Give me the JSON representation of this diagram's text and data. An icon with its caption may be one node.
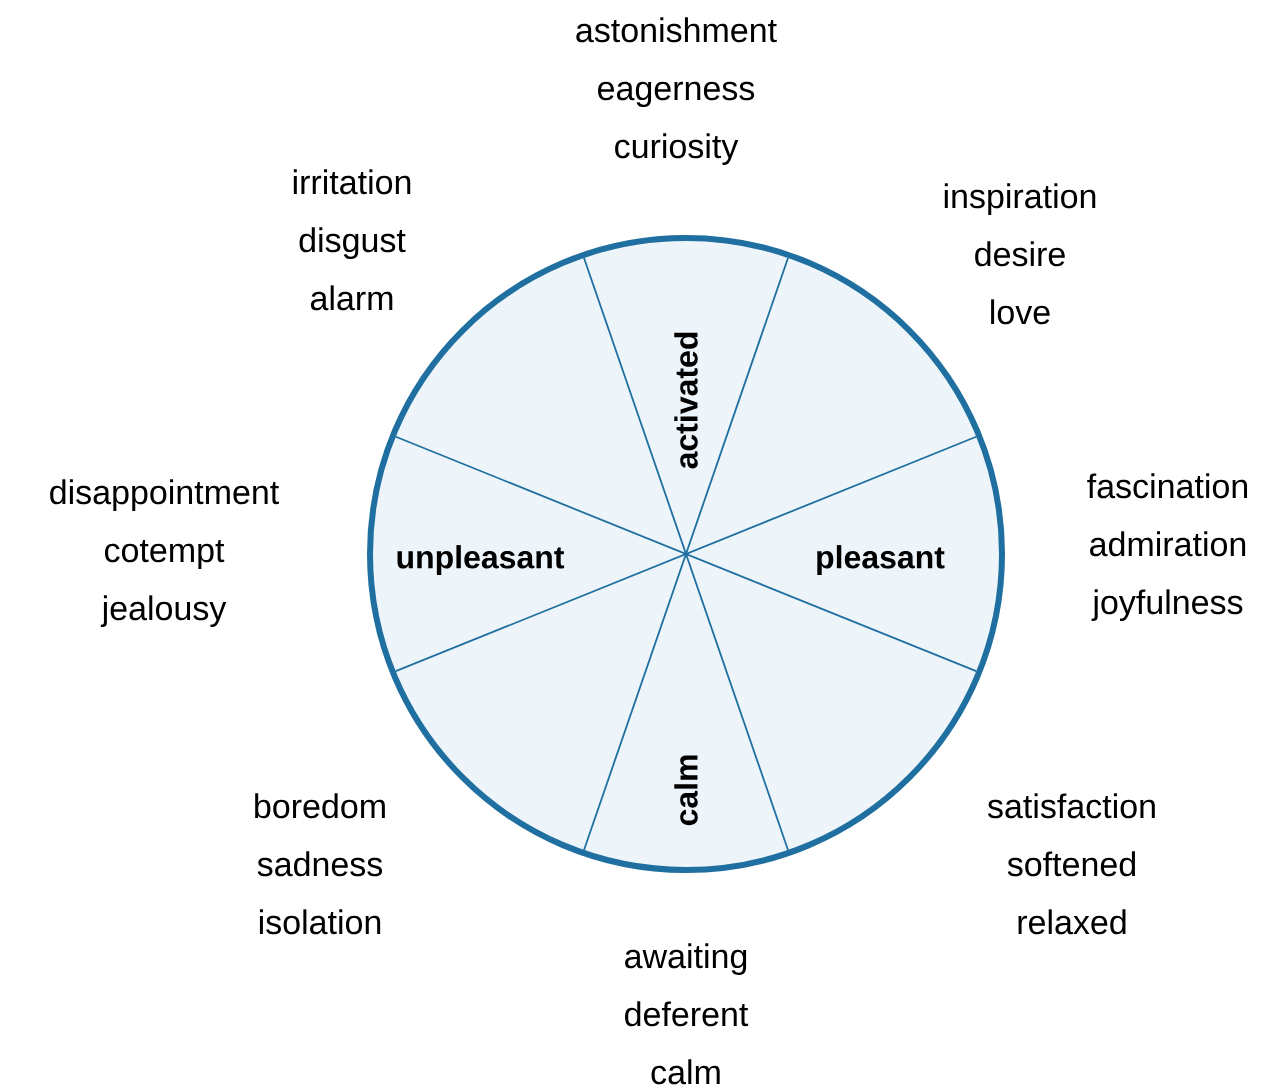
{
  "diagram": {
    "nodes": [
      {
        "text": [
          "activated",
          "unpleasant",
          "pleasant",
          "calm"
        ]
      }
    ],
    "labels": [
      "astonishment",
      "eagerness",
      "curiosity",
      "irritation",
      "disgust",
      "alarm",
      "inspiration",
      "desire",
      "love",
      "fascination",
      "admiration",
      "joyfulness",
      "disappointment",
      "cotempt",
      "jealousy",
      "boredom",
      "sadness",
      "isolation",
      "satisfaction",
      "softened",
      "relaxed",
      "awaiting",
      "deferent",
      "calm"
    ]
  }
}
